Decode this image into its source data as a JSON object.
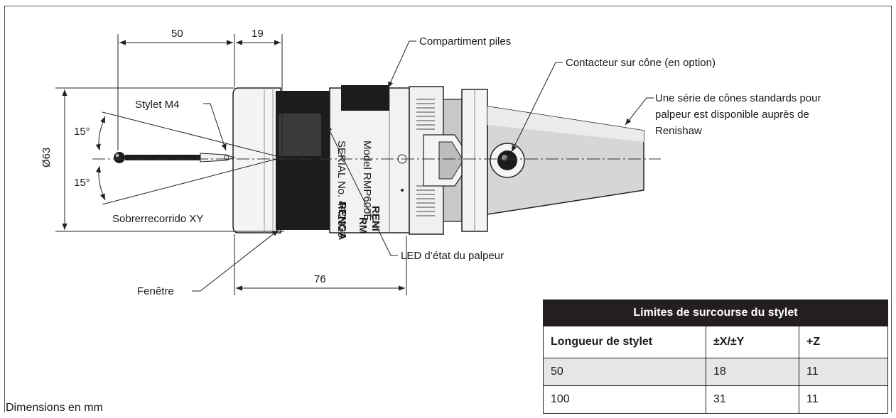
{
  "dimensions": {
    "d50": "50",
    "d19": "19",
    "d76": "76",
    "diameter": "Ø63",
    "angle_top": "15°",
    "angle_bottom": "15°"
  },
  "labels": {
    "battery": "Compartiment piles",
    "shank_switch": "Contacteur sur cône (en option)",
    "shank_note_1": "Une série de cônes standards pour",
    "shank_note_2": "palpeur est disponible auprès de",
    "shank_note_3": "Renishaw",
    "stylus": "Stylet M4",
    "overtravel": "Sobrerrecorrido XY",
    "window": "Fenêtre",
    "led": "LED d’état du palpeur"
  },
  "probe_markings": {
    "serial": "SERIAL No. 4R2323",
    "model": "Model RMP600E",
    "brand_big": "RENI",
    "brand_small": "RM",
    "brand_side": "RENGA"
  },
  "footer": "Dimensions en mm",
  "table": {
    "title": "Limites de surcourse du stylet",
    "headers": [
      "Longueur de stylet",
      "±X/±Y",
      "+Z"
    ],
    "rows": [
      [
        "50",
        "18",
        "11"
      ],
      [
        "100",
        "31",
        "11"
      ]
    ]
  },
  "colors": {
    "body_dark": "#1c1c1c",
    "body_light": "#f2f2f2",
    "shank_gray": "#c8c8c8",
    "table_header": "#231f20",
    "row_shade": "#e6e6e6"
  }
}
